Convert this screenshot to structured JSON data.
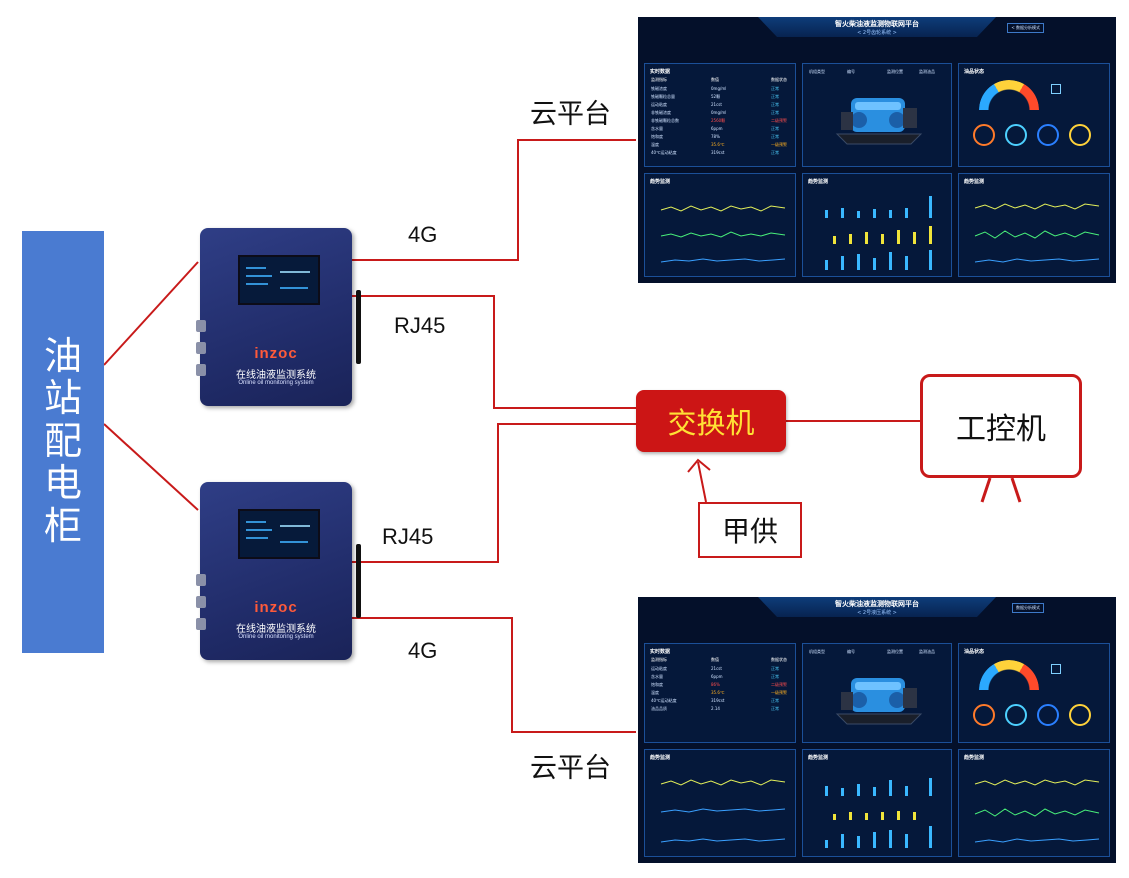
{
  "cabinet": {
    "label": [
      "油",
      "站",
      "配",
      "电",
      "柜"
    ]
  },
  "devices": [
    {
      "brand": "inzoc",
      "name_cn": "在线油液监测系统",
      "name_en": "Online oil monitoring system"
    },
    {
      "brand": "inzoc",
      "name_cn": "在线油液监测系统",
      "name_en": "Online oil monitoring system"
    }
  ],
  "links": {
    "top_cloud": "4G",
    "top_lan": "RJ45",
    "bottom_lan": "RJ45",
    "bottom_cloud": "4G"
  },
  "cloud_labels": {
    "top": "云平台",
    "bottom": "云平台"
  },
  "switch": {
    "label": "交换机"
  },
  "supply": {
    "label": "甲供"
  },
  "ipc": {
    "label": "工控机"
  },
  "colors": {
    "wire": "#c81a1a",
    "cabinet": "#4a7bd1",
    "switch": "#cc1515",
    "switch_text": "#ffe135"
  },
  "dashboards": [
    {
      "title": "智火柴油液监测物联网平台",
      "subtitle": "< 2号齿轮系统 >",
      "mode_button": "< 数据分析模式",
      "realtime_title": "实时数据",
      "realtime_headers": [
        "监测指标",
        "数值",
        "数据状态"
      ],
      "realtime_rows": [
        {
          "name": "铁磁浓度",
          "value": "0mg/ml",
          "status": "正常",
          "level": "normal"
        },
        {
          "name": "铁磁颗粒总量",
          "value": "52颗",
          "status": "正常",
          "level": "normal"
        },
        {
          "name": "运动粘度",
          "value": "21cst",
          "status": "正常",
          "level": "normal"
        },
        {
          "name": "非铁磁浓度",
          "value": "0mg/ml",
          "status": "正常",
          "level": "normal"
        },
        {
          "name": "非铁磁颗粒总数",
          "value": "2560颗",
          "status": "二级预警",
          "level": "warn"
        },
        {
          "name": "含水量",
          "value": "6ppm",
          "status": "正常",
          "level": "normal"
        },
        {
          "name": "饱和度",
          "value": "78%",
          "status": "正常",
          "level": "normal"
        },
        {
          "name": "温度",
          "value": "35.6℃",
          "status": "一级预警",
          "level": "alert"
        },
        {
          "name": "40℃运动粘度",
          "value": "319cst",
          "status": "正常",
          "level": "normal"
        }
      ],
      "machine_headers": [
        "机组类型",
        "编号",
        "监测位置",
        "监测油品"
      ],
      "status_title": "油品状态",
      "trend_titles": [
        "趋势监测",
        "趋势监测",
        "趋势监测"
      ]
    },
    {
      "title": "智火柴油液监测物联网平台",
      "subtitle": "< 2号液压系统 >",
      "mode_button": "数据分析模式",
      "realtime_title": "实时数据",
      "realtime_headers": [
        "监测指标",
        "数值",
        "数据状态"
      ],
      "realtime_rows": [
        {
          "name": "运动粘度",
          "value": "21cst",
          "status": "正常",
          "level": "normal"
        },
        {
          "name": "含水量",
          "value": "6ppm",
          "status": "正常",
          "level": "normal"
        },
        {
          "name": "饱和度",
          "value": "86%",
          "status": "二级预警",
          "level": "warn"
        },
        {
          "name": "温度",
          "value": "35.6℃",
          "status": "一级预警",
          "level": "alert"
        },
        {
          "name": "40℃运动粘度",
          "value": "319cst",
          "status": "正常",
          "level": "normal"
        },
        {
          "name": "油品品质",
          "value": "2.14",
          "status": "正常",
          "level": "normal"
        }
      ],
      "machine_headers": [
        "机组类型",
        "编号",
        "监测位置",
        "监测油品"
      ],
      "status_title": "油品状态",
      "trend_titles": [
        "趋势监测",
        "趋势监测",
        "趋势监测"
      ]
    }
  ]
}
